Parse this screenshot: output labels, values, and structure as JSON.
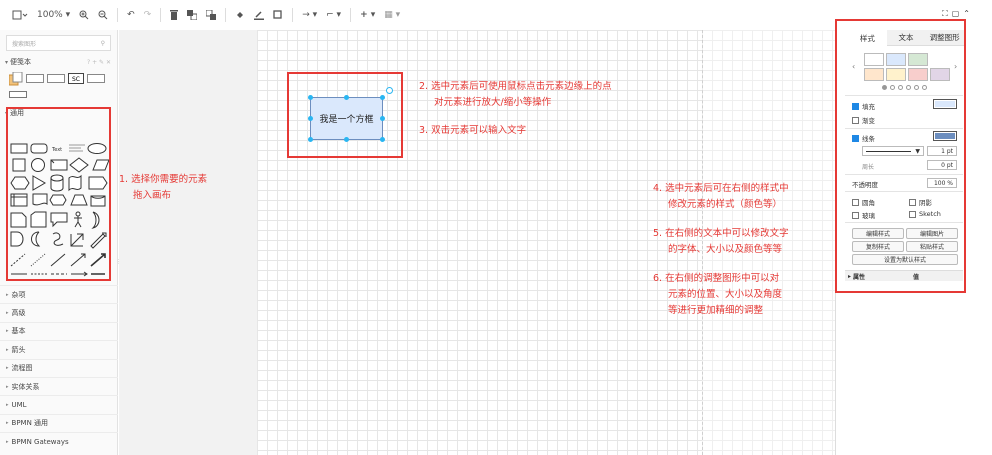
{
  "toolbar": {
    "zoom": "100%",
    "icons": [
      "page-view-icon",
      "zoom-in-icon",
      "zoom-out-icon",
      "undo-icon",
      "redo-icon",
      "delete-icon",
      "to-front-icon",
      "to-back-icon",
      "fill-color-icon",
      "line-color-icon",
      "shadow-icon",
      "connection-icon",
      "waypoints-icon",
      "insert-icon",
      "table-icon"
    ]
  },
  "sidebar": {
    "search_placeholder": "搜索图形",
    "scratchpad": "便笺本",
    "general": "通用",
    "categories": [
      "杂项",
      "高级",
      "基本",
      "箭头",
      "流程图",
      "实体关系",
      "UML",
      "BPMN 通用",
      "BPMN Gateways"
    ]
  },
  "canvas": {
    "shape_label": "我是一个方框"
  },
  "notes": {
    "n1": [
      "1. 选择你需要的元素",
      "拖入画布"
    ],
    "n2": [
      "2. 选中元素后可使用鼠标点击元素边缘上的点",
      "对元素进行放大/缩小等操作"
    ],
    "n3": "3. 双击元素可以输入文字",
    "n4": [
      "4. 选中元素后可在右侧的样式中",
      "修改元素的样式（颜色等）"
    ],
    "n5": [
      "5. 在右侧的文本中可以修改文字",
      "的字体、大小以及颜色等等"
    ],
    "n6": [
      "6. 在右侧的调整图形中可以对",
      "元素的位置、大小以及角度",
      "等进行更加精细的调整"
    ]
  },
  "panel": {
    "tabs": [
      "样式",
      "文本",
      "调整图形"
    ],
    "swatches": [
      "#ffffff",
      "#dae8fc",
      "#d5e8d4",
      "#ffe6cc",
      "#fff2cc",
      "#f8cecc",
      "#e1d5e7"
    ],
    "fill": "填充",
    "gradient": "渐变",
    "line": "线条",
    "line_width": "1 pt",
    "perimeter": "周长",
    "perimeter_value": "0 pt",
    "opacity": "不透明度",
    "opacity_value": "100 %",
    "rounded": "圆角",
    "shadow": "阴影",
    "glass": "玻璃",
    "sketch": "Sketch",
    "edit_style": "编辑样式",
    "edit_image": "编辑图片",
    "copy_style": "复制样式",
    "paste_style": "粘贴样式",
    "set_default": "设置为默认样式",
    "property": "属性",
    "value": "值"
  }
}
